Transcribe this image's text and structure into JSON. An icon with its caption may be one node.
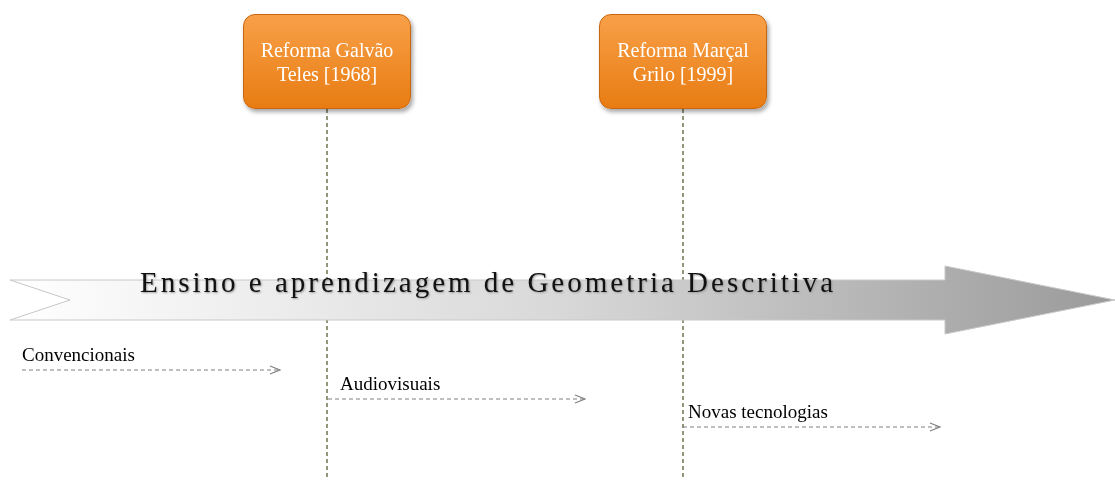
{
  "diagram": {
    "nodes": [
      {
        "text": [
          "Reforma Galvão Teles [1968]"
        ]
      },
      {
        "text": [
          "Reforma Marçal Grilo [1999]"
        ]
      },
      {
        "text": [
          "Ensino e aprendizagem de Geometria Descritiva"
        ]
      },
      {
        "text": [
          "Convencionais"
        ]
      },
      {
        "text": [
          "Audiovisuais"
        ]
      },
      {
        "text": [
          "Novas tecnologias"
        ]
      }
    ],
    "edges": [
      {
        "from": 0,
        "to": null,
        "arrow": "none",
        "style": "dashed",
        "color": "#4f4f22"
      },
      {
        "from": 1,
        "to": null,
        "arrow": "none",
        "style": "dashed",
        "color": "#4f4f22"
      },
      {
        "from": 3,
        "to": null,
        "arrow": "to",
        "style": "dashed"
      },
      {
        "from": 4,
        "to": null,
        "arrow": "to",
        "style": "dashed"
      },
      {
        "from": 5,
        "to": null,
        "arrow": "to",
        "style": "dashed"
      }
    ]
  }
}
